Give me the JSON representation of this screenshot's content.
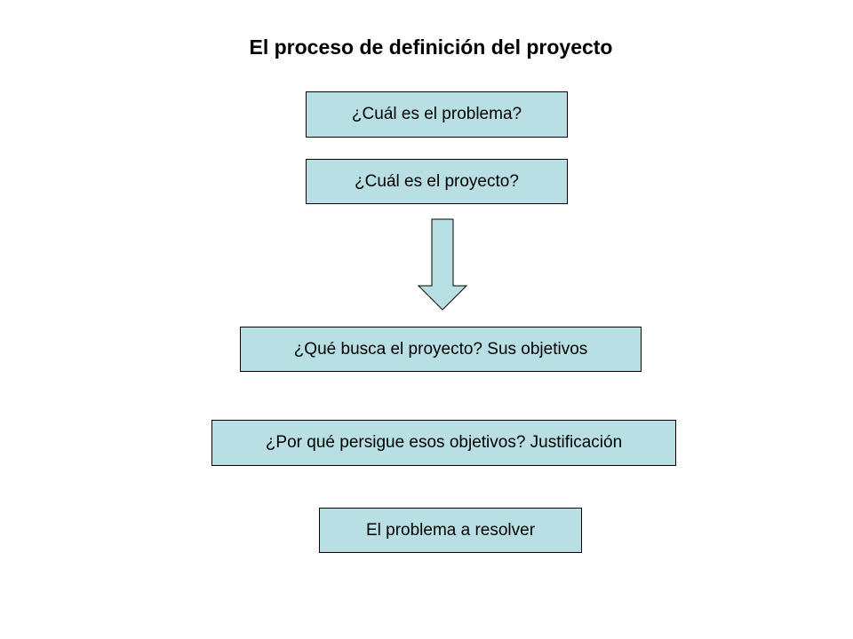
{
  "title": "El proceso de definición del proyecto",
  "colors": {
    "box_fill": "#b8dfe3",
    "arrow_fill": "#b8dfe3",
    "border": "#000000"
  },
  "boxes": [
    {
      "label": "¿Cuál es el problema?"
    },
    {
      "label": "¿Cuál es el proyecto?"
    },
    {
      "label": "¿Qué busca el proyecto? Sus objetivos"
    },
    {
      "label": "¿Por qué persigue esos objetivos? Justificación"
    },
    {
      "label": "El problema a resolver"
    }
  ],
  "arrow": {
    "direction": "down",
    "icon": "arrow-down-icon"
  }
}
